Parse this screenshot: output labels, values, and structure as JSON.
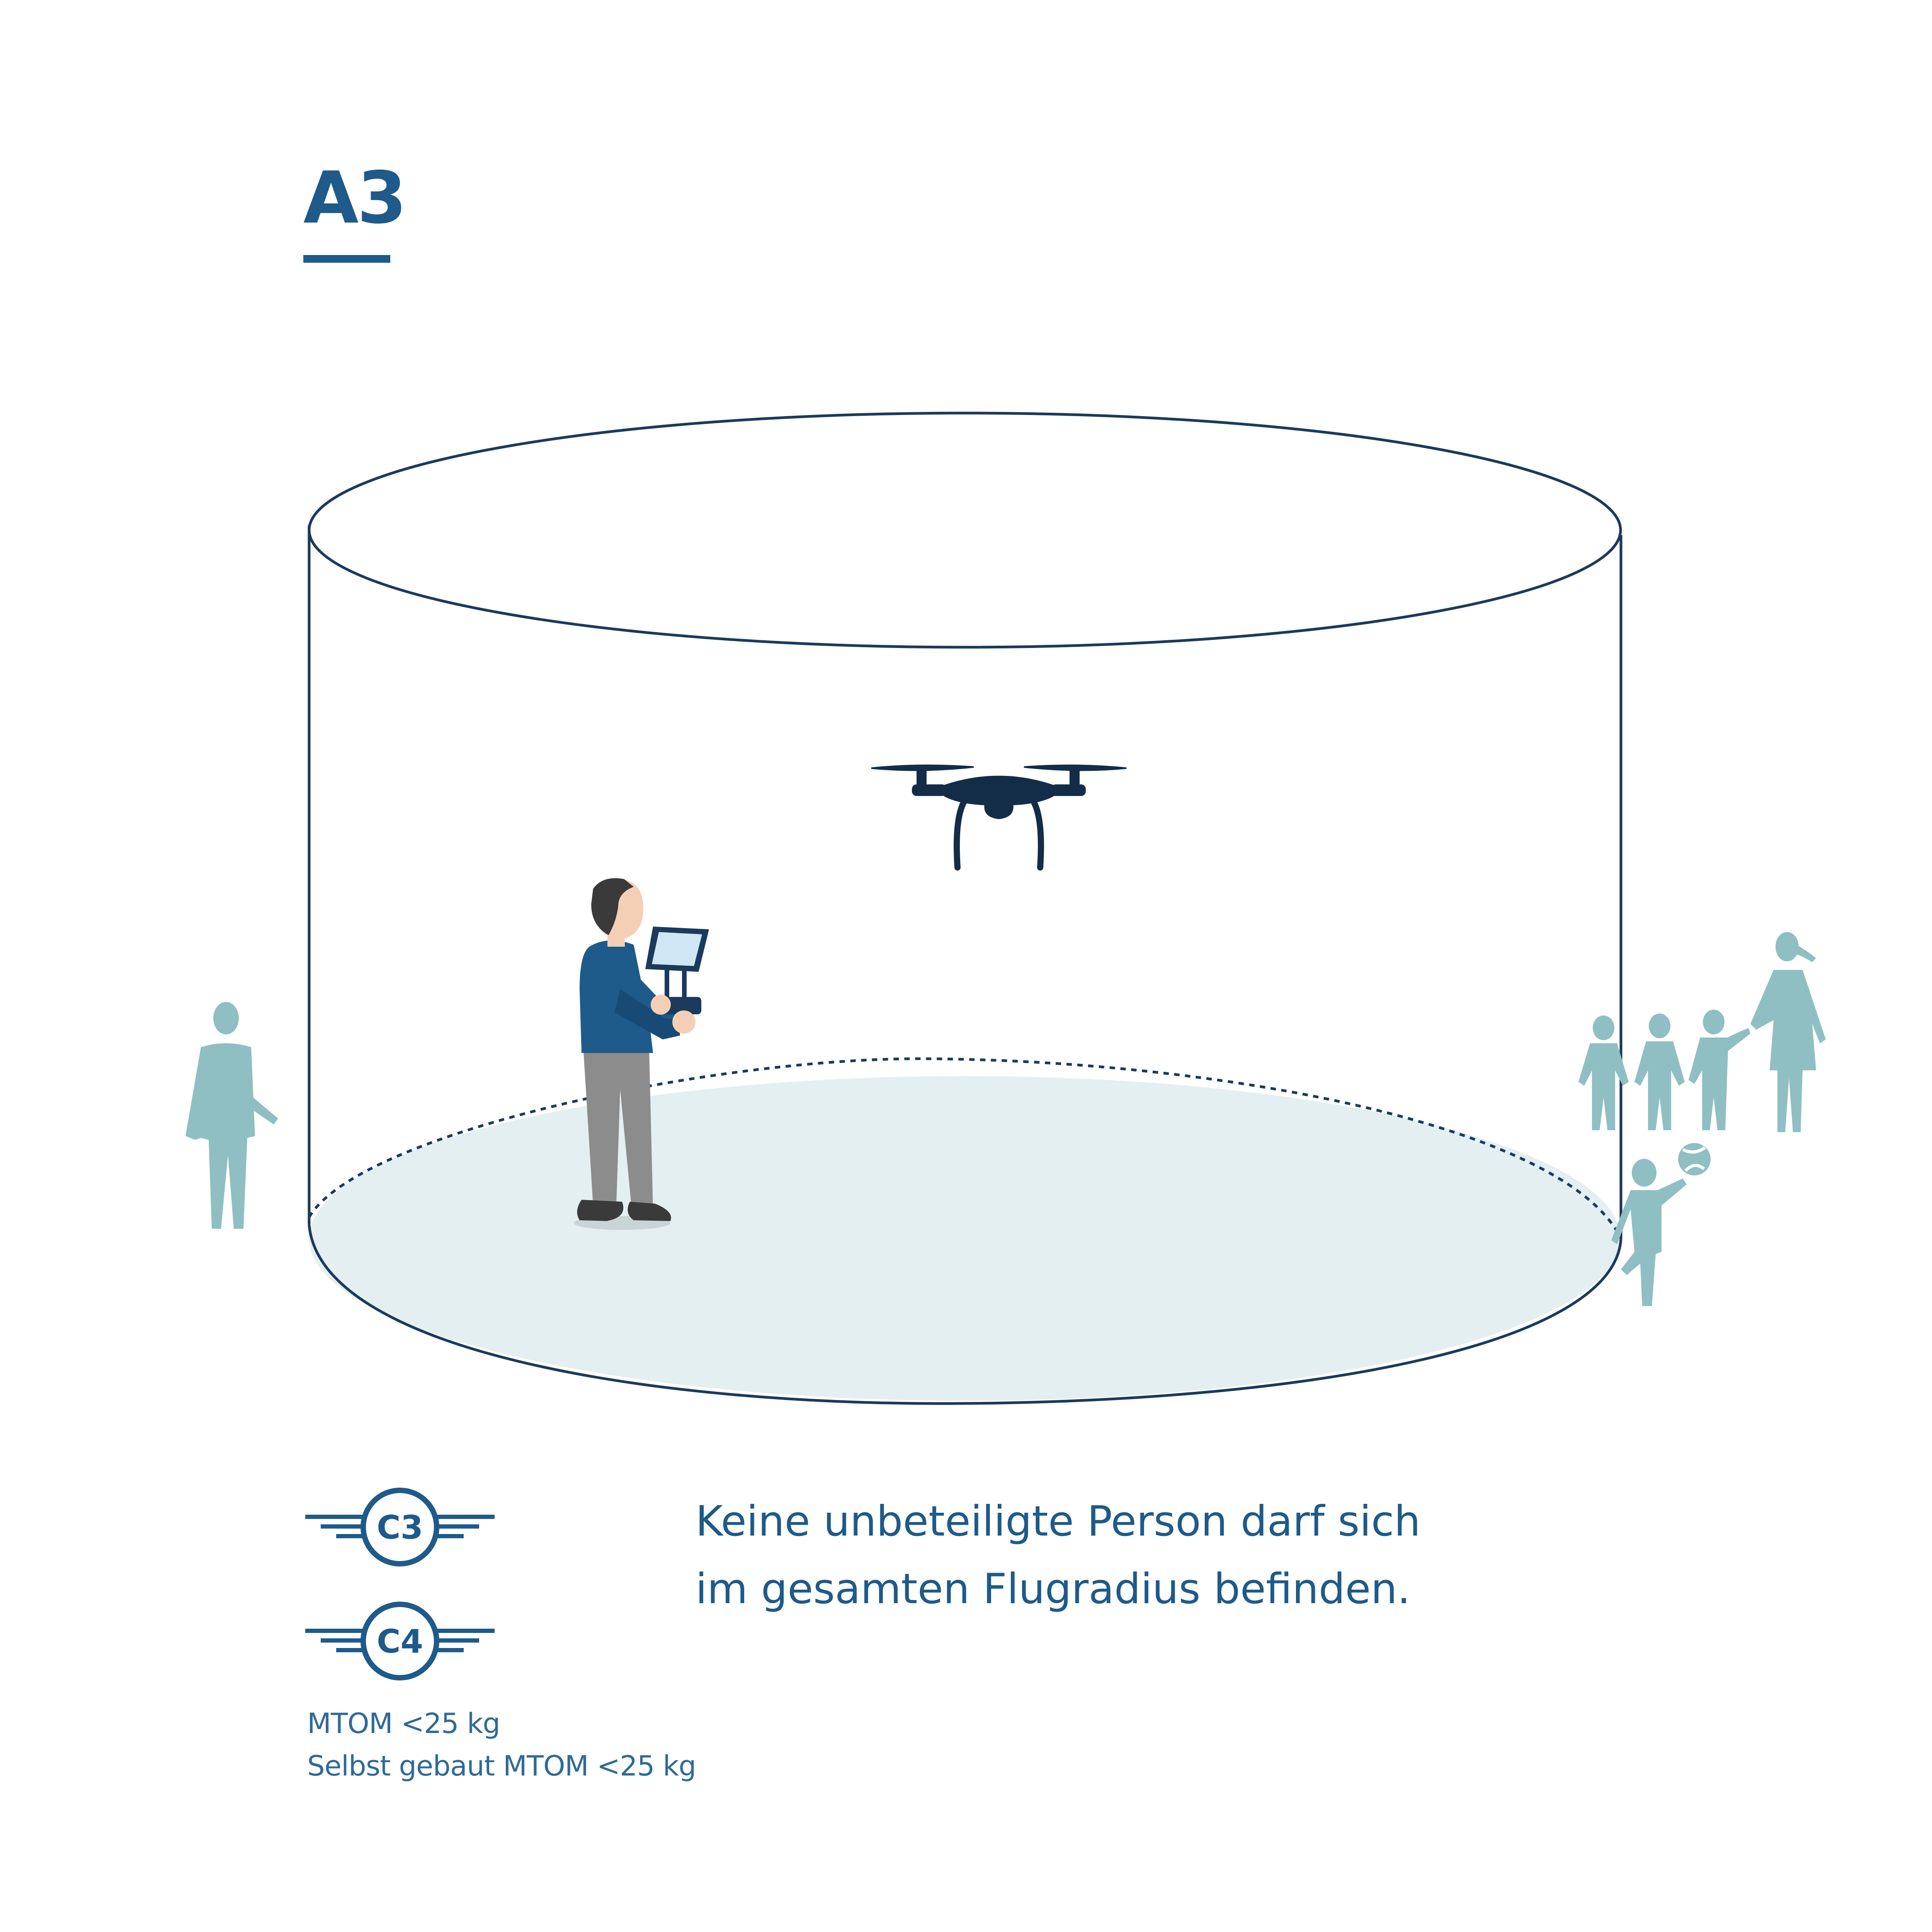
{
  "heading": "A3",
  "rule": {
    "line1": "Keine unbeteiligte Person darf sich",
    "line2": "im gesamten Flugradius befinden."
  },
  "badges": [
    {
      "label": "C3"
    },
    {
      "label": "C4"
    }
  ],
  "notes": {
    "line1": "MTOM <25 kg",
    "line2": "Selbst gebaut MTOM <25 kg"
  },
  "colors": {
    "heading": "#1e5a8a",
    "outline": "#1b3a5c",
    "ground_fill": "#e3eff0",
    "bystander": "#8fbfc2",
    "pilot_shirt": "#1e5a8a",
    "pilot_pants": "#8c8c8c",
    "drone": "#132c48"
  },
  "icons": {
    "drone": "quadcopter-drone-icon",
    "pilot": "drone-pilot-icon",
    "bystander": "bystander-person-icon",
    "class_badge": "drone-class-wings-badge-icon"
  }
}
